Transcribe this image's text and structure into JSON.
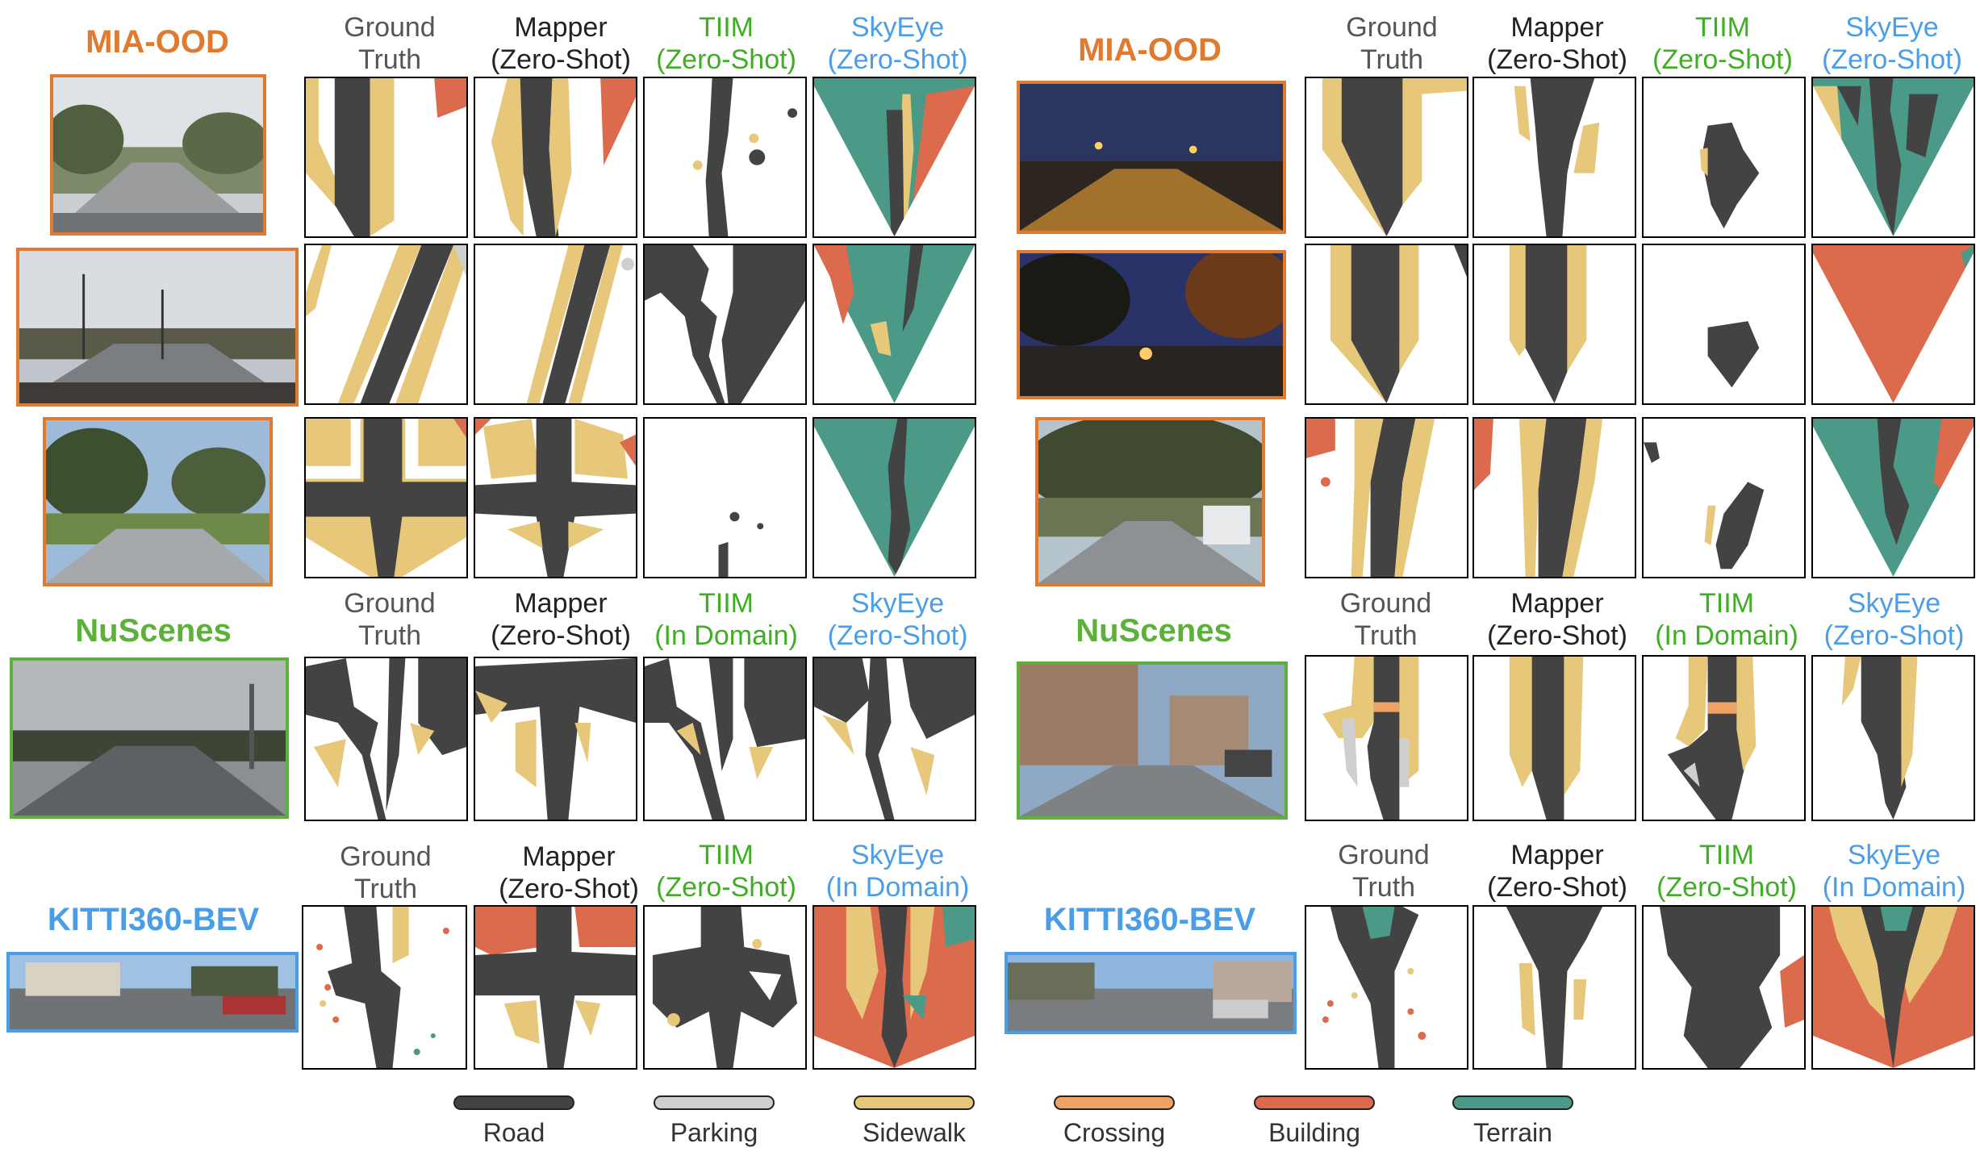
{
  "colors": {
    "road": "#434343",
    "parking": "#cfcfcf",
    "sidewalk": "#e7c77a",
    "crossing": "#eea263",
    "building": "#dc6a4d",
    "terrain": "#4a9a87",
    "mia": "#e07a2e",
    "nuscenes": "#5bb13a",
    "kitti": "#4a9ee8",
    "gt": "#555555",
    "mapper": "#222222",
    "tiim": "#3fae24",
    "skyeye": "#4a9ee8"
  },
  "left": {
    "mia_title": "MIA-OOD",
    "mia_heads": [
      "Ground Truth",
      "Mapper (Zero-Shot)",
      "TIIM (Zero-Shot)",
      "SkyEye (Zero-Shot)"
    ],
    "nu_title": "NuScenes",
    "nu_heads": [
      "Ground Truth",
      "Mapper (Zero-Shot)",
      "TIIM (In Domain)",
      "SkyEye (Zero-Shot)"
    ],
    "kitti_title": "KITTI360-BEV",
    "kitti_heads": [
      "Ground Truth",
      "Mapper (Zero-Shot)",
      "TIIM (Zero-Shot)",
      "SkyEye (In Domain)"
    ]
  },
  "right": {
    "mia_title": "MIA-OOD",
    "mia_heads": [
      "Ground Truth",
      "Mapper (Zero-Shot)",
      "TIIM (Zero-Shot)",
      "SkyEye (Zero-Shot)"
    ],
    "nu_title": "NuScenes",
    "nu_heads": [
      "Ground Truth",
      "Mapper (Zero-Shot)",
      "TIIM (In Domain)",
      "SkyEye (Zero-Shot)"
    ],
    "kitti_title": "KITTI360-BEV",
    "kitti_heads": [
      "Ground Truth",
      "Mapper (Zero-Shot)",
      "TIIM (Zero-Shot)",
      "SkyEye (In Domain)"
    ]
  },
  "legend": [
    {
      "label": "Road",
      "color": "#434343"
    },
    {
      "label": "Parking",
      "color": "#cfcfcf"
    },
    {
      "label": "Sidewalk",
      "color": "#e7c77a"
    },
    {
      "label": "Crossing",
      "color": "#eea263"
    },
    {
      "label": "Building",
      "color": "#dc6a4d"
    },
    {
      "label": "Terrain",
      "color": "#4a9a87"
    }
  ]
}
